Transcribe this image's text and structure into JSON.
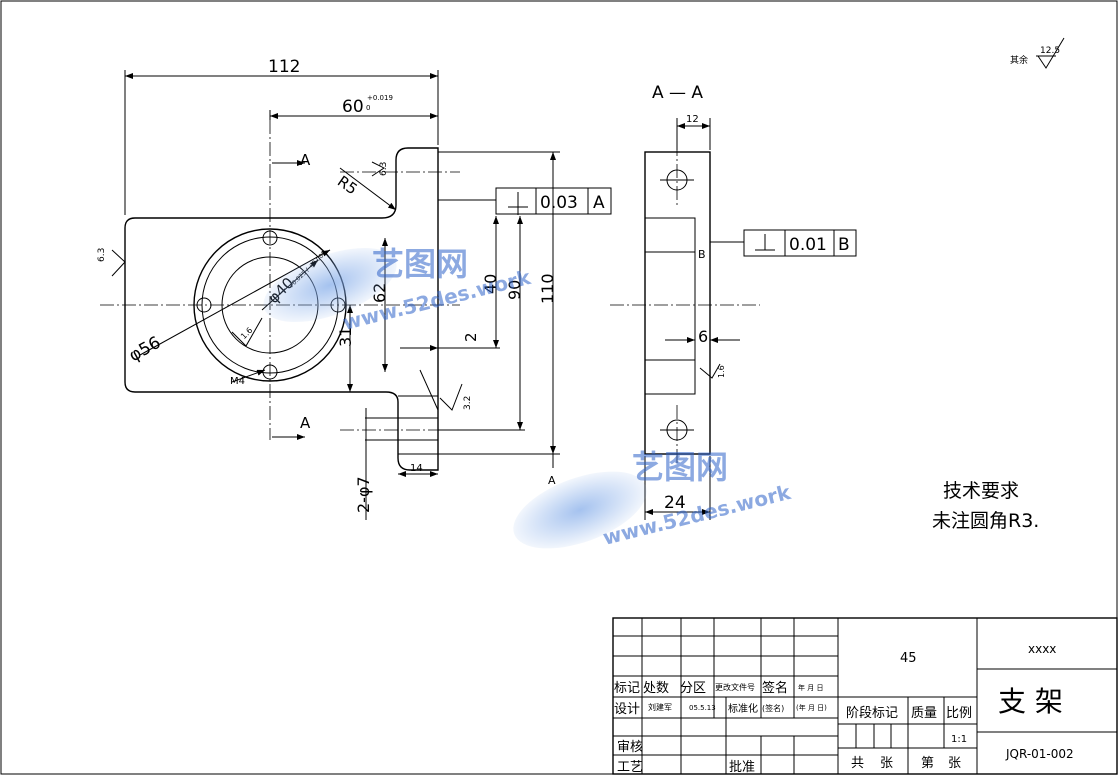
{
  "drawing": {
    "surface_note": {
      "label": "其余",
      "value": "12.5"
    },
    "front_view": {
      "overall_width": "112",
      "width_60": "60",
      "tol_upper": "+0.019",
      "tol_lower": "0",
      "radius": "R5",
      "rough_63_a": "6.3",
      "rough_63_b": "6.3",
      "section_a_top": "A",
      "section_a_bottom": "A",
      "flatness_value": "0.03",
      "flatness_datum": "A",
      "dia_56": "φ56",
      "dia_40": "φ40",
      "dia_40_tol": "+0.025 / +0.009",
      "rough_16": "1.6",
      "thread": "M4",
      "dim_62": "62",
      "dim_31": "31",
      "dim_40": "40",
      "dim_90": "90",
      "dim_110": "110",
      "dim_2": "2",
      "dim_14": "14",
      "holes": "2-φ7",
      "rough_32": "3.2",
      "datum_a": "A"
    },
    "section_view": {
      "title": "A — A",
      "dim_12": "12",
      "perp_value": "0.01",
      "perp_datum": "B",
      "dim_6": "6",
      "rough_16": "1.6",
      "dim_24": "24",
      "datum_b": "B"
    },
    "notes": {
      "heading": "技术要求",
      "line1": "未注圆角R3."
    },
    "watermark": {
      "brand": "艺图网",
      "url": "www.52des.work"
    }
  },
  "title_block": {
    "material": "45",
    "project": "xxxx",
    "part_name": "支  架",
    "code": "JQR-01-002",
    "scale": "1:1",
    "h_mark": "标记",
    "h_count": "处数",
    "h_zone": "分区",
    "h_docno": "更改文件号",
    "h_sign": "签名",
    "h_date": "年 月 日",
    "designer_label": "设计",
    "designer_name": "刘建军",
    "design_date": "05.5.13",
    "std_label": "标准化",
    "sign_ph": "(签名)",
    "date_ph": "(年 月 日)",
    "review_label": "审核",
    "process_label": "工艺",
    "approve_label": "批准",
    "stage_label": "阶段标记",
    "mass_label": "质量",
    "scale_label": "比例",
    "total_label": "共",
    "sheet_label": "张",
    "sheet_no_label": "第",
    "sheet_label2": "张"
  }
}
